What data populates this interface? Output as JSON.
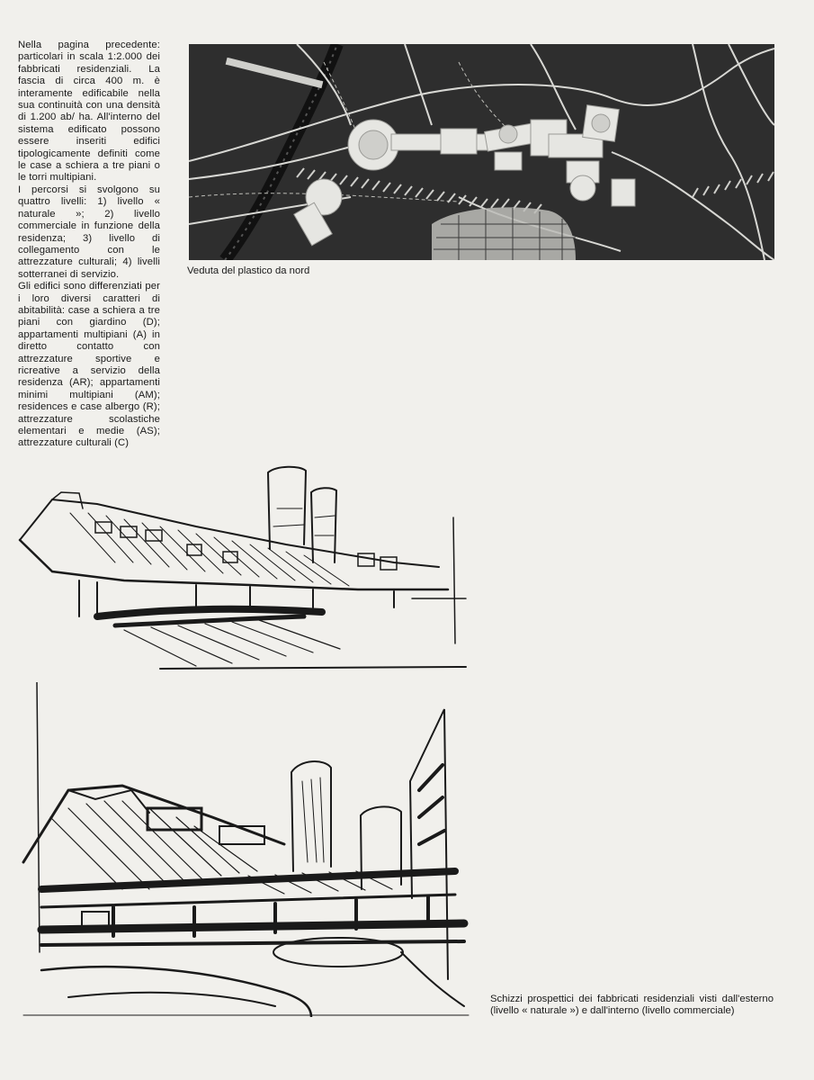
{
  "side_text": {
    "paragraphs": [
      "Nella pagina precedente: particolari in scala 1:2.000 dei fabbricati residenziali. La fascia di circa 400 m. è interamente edificabile nella sua continuità con una densità di 1.200 ab/ ha. All'interno del sistema edificato possono essere inseriti edifici tipologicamente definiti come le case a schiera a tre piani o le torri multipiani.",
      "I percorsi si svolgono su quattro livelli: 1) livello « naturale »; 2) livello commerciale in funzione della residenza; 3) livello di collegamento con le attrezzature culturali; 4) livelli sotterranei di servizio.",
      "Gli edifici sono differenziati per i loro diversi caratteri di abitabilità: case a schiera a tre piani con giardino (D); appartamenti multipiani (A) in diretto contatto con attrezzature sportive e ricreative a servizio della residenza (AR); appartamenti minimi multipiani (AM); residences e case albergo (R); attrezzature scolastiche elementari e medie (AS); attrezzature culturali (C)"
    ]
  },
  "photo": {
    "caption": "Veduta del plastico da nord"
  },
  "sketches": {
    "caption": "Schizzi prospettici dei fabbricati residenziali visti dall'esterno (livello « naturale ») e dall'interno (livello commerciale)"
  },
  "colors": {
    "paper": "#f1f0ec",
    "ink": "#1a1a1a",
    "model_dark": "#2a2a2a",
    "model_light": "#e6e6e2"
  }
}
